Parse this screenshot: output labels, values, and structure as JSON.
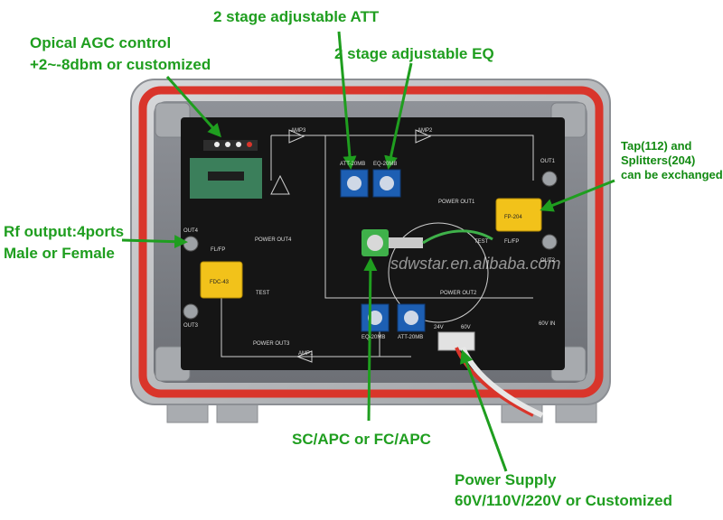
{
  "annotations": {
    "agc_title": "Opical AGC control",
    "agc_range": "+2~-8dbm or customized",
    "att": "2 stage adjustable ATT",
    "eq": "2 stage adjustable EQ",
    "tap_line1": "Tap(112) and",
    "tap_line2": "Splitters(204)",
    "tap_line3": "can be exchanged",
    "rf_line1": "Rf output:4ports",
    "rf_line2": "Male or Female",
    "connector": "SC/APC or FC/APC",
    "power_line1": "Power Supply",
    "power_line2": "60V/110V/220V or Customized"
  },
  "board_labels": {
    "amp3": "AMP3",
    "amp2": "AMP2",
    "amp1": "AMP1",
    "att_top": "ATT-20MB",
    "eq_top": "EQ-20MB",
    "eq_bottom": "EQ-20MB",
    "att_bottom": "ATT-20MB",
    "out1": "OUT1",
    "out2": "OUT2",
    "out3": "OUT3",
    "out4": "OUT4",
    "power_out1": "POWER OUT1",
    "power_out2": "POWER OUT2",
    "power_out3": "POWER OUT3",
    "power_out4": "POWER OUT4",
    "test_left": "TEST",
    "test_right": "TEST",
    "fp_left": "FL/FP",
    "fp_right": "FL/FP",
    "splitter_right": "FP-204",
    "tap_left": "FDC-43",
    "v24": "24V",
    "v60": "60V",
    "v60in": "60V IN",
    "watermark": "sdwstar.en.alibaba.com"
  },
  "colors": {
    "annotation_green": "#1f9e1f",
    "housing_red": "#d9352b",
    "panel_black": "#151515",
    "module_yellow": "#f2c21a",
    "knob_blue": "#1d5fb3"
  }
}
